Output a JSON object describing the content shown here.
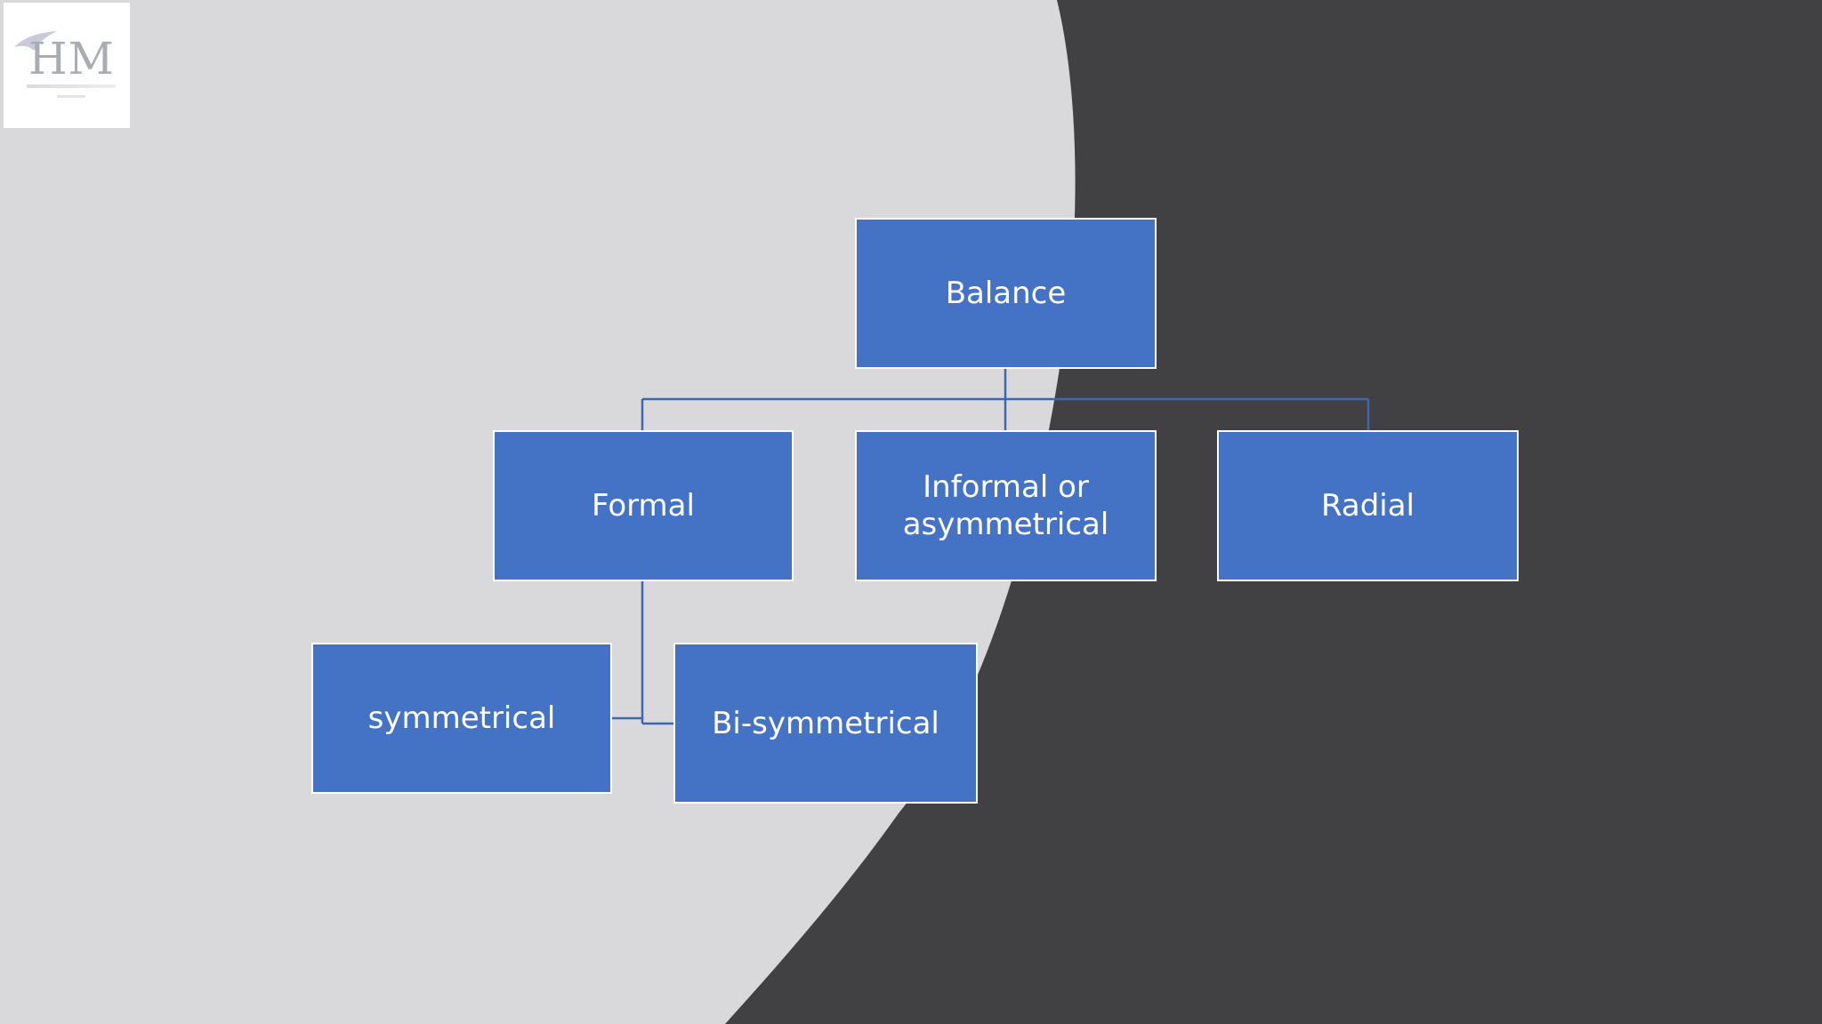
{
  "logo": {
    "letters": "HM"
  },
  "diagram": {
    "root": "Balance",
    "children": [
      {
        "key": "formal",
        "label": "Formal",
        "children": [
          "symmetrical",
          "Bi-symmetrical"
        ]
      },
      {
        "key": "informal",
        "label": "Informal or asymmetrical"
      },
      {
        "key": "radial",
        "label": "Radial"
      }
    ]
  },
  "colors": {
    "background_dark": "#414042",
    "background_light": "#d9d8da",
    "node_fill": "#4472c4",
    "node_border": "#ffffff",
    "connector": "#3f67b0"
  }
}
